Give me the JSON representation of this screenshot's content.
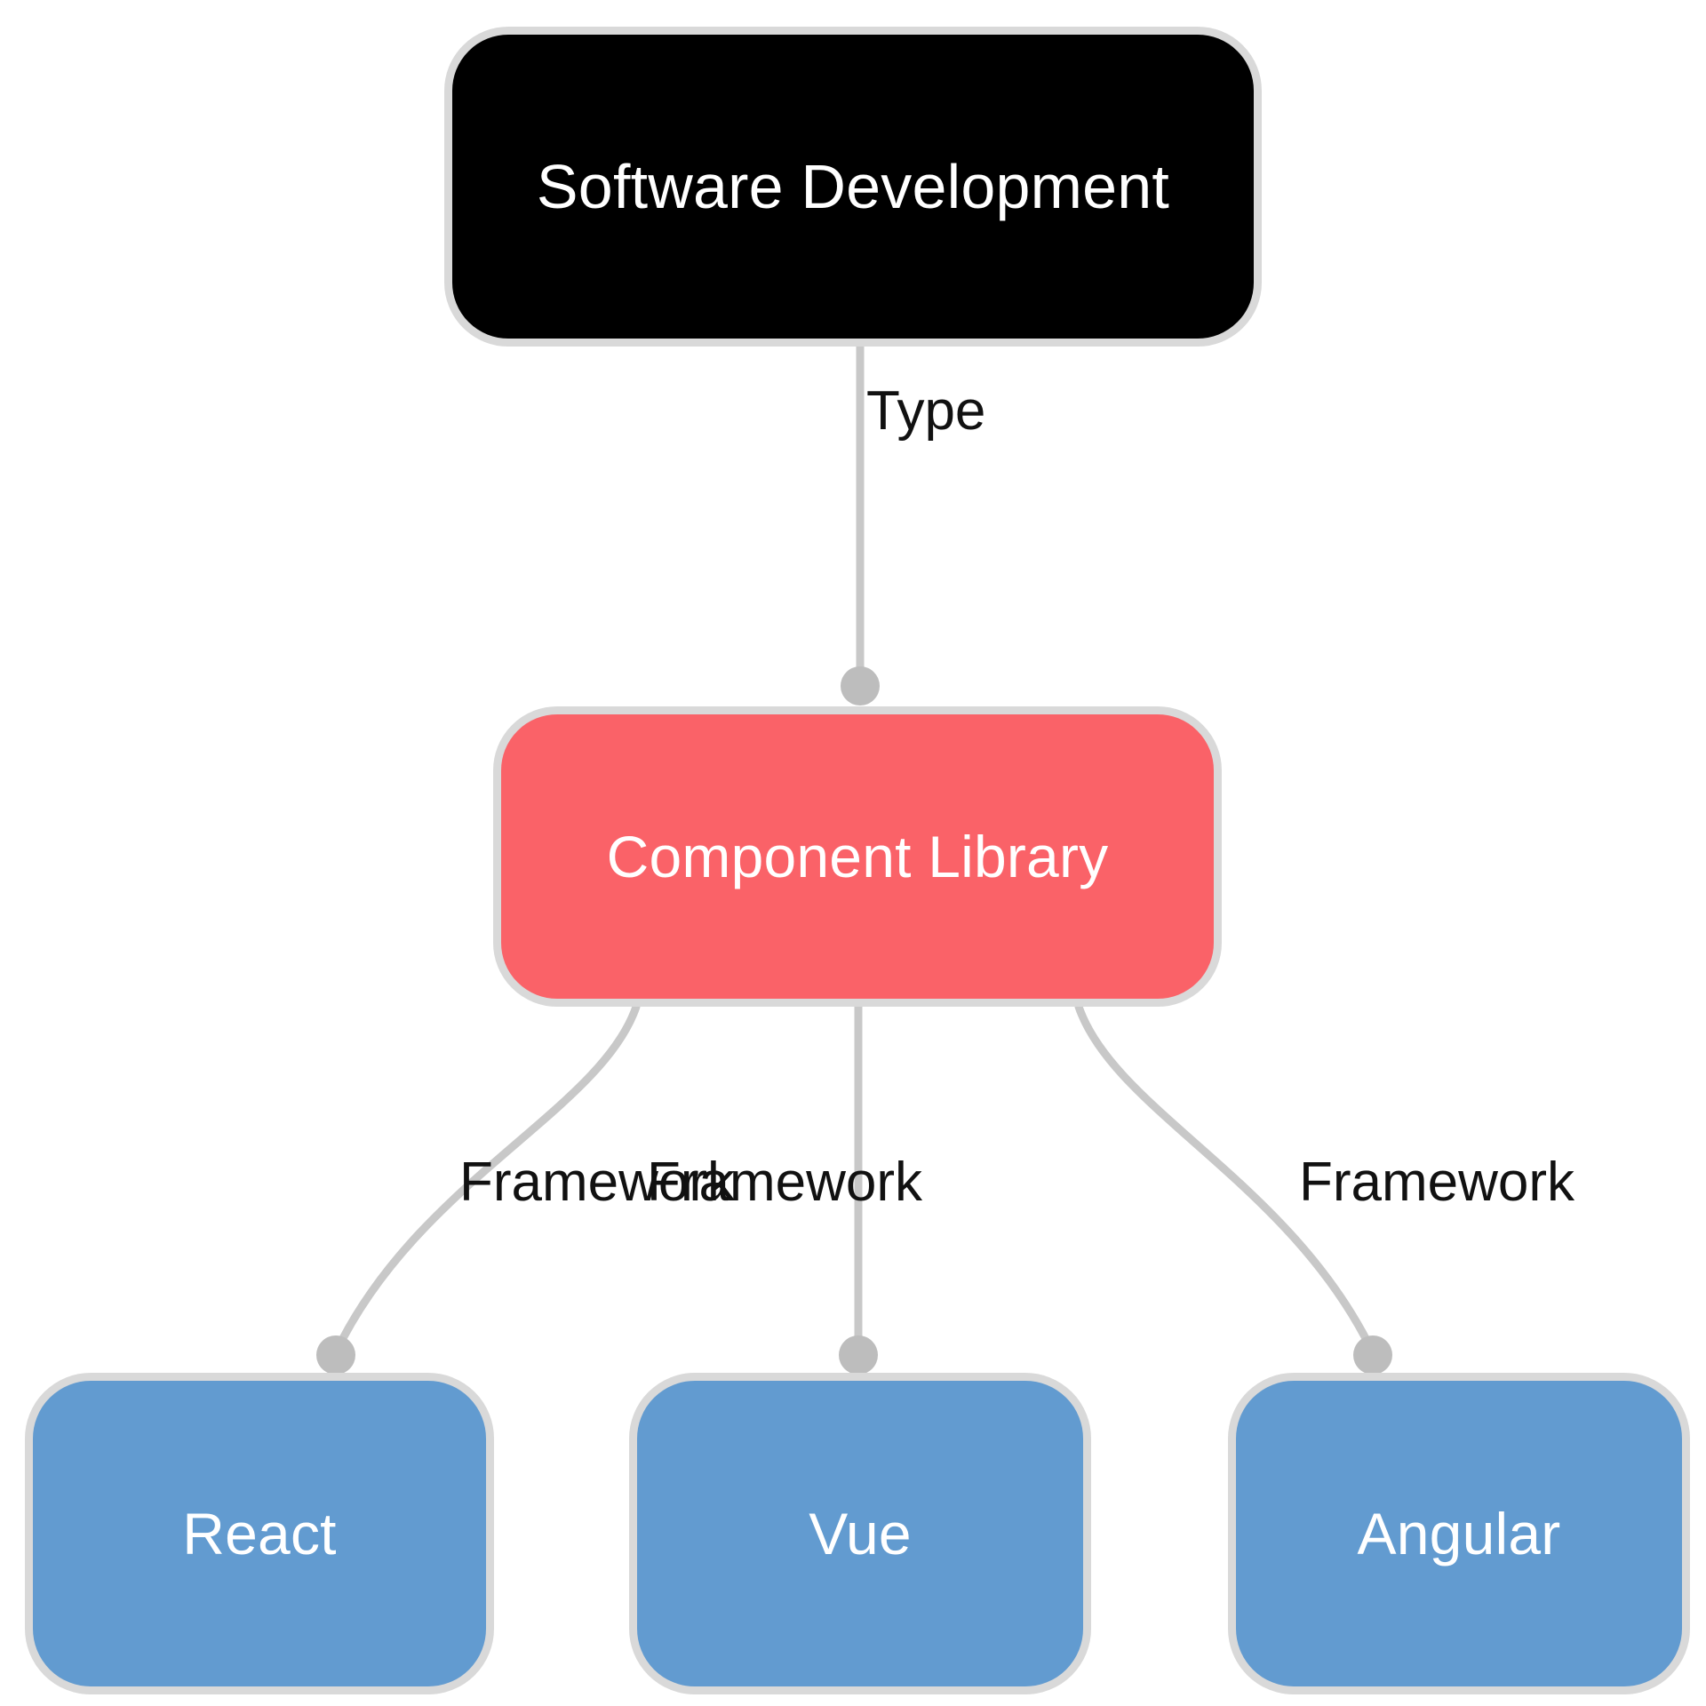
{
  "diagram": {
    "type": "tree",
    "background_color": "#ffffff",
    "edge_color": "#c8c8c8",
    "edge_endpoint_color": "#bdbdbd",
    "node_border_color": "#d9d9d9",
    "nodes": [
      {
        "id": "root",
        "label": "Software Development",
        "fill": "#000000",
        "text_color": "#ffffff",
        "level": 0
      },
      {
        "id": "component-library",
        "label": "Component Library",
        "fill": "#fa6268",
        "text_color": "#ffffff",
        "level": 1
      },
      {
        "id": "react",
        "label": "React",
        "fill": "#629bd0",
        "text_color": "#ffffff",
        "level": 2
      },
      {
        "id": "vue",
        "label": "Vue",
        "fill": "#629bd0",
        "text_color": "#ffffff",
        "level": 2
      },
      {
        "id": "angular",
        "label": "Angular",
        "fill": "#629bd0",
        "text_color": "#ffffff",
        "level": 2
      }
    ],
    "edges": [
      {
        "from": "root",
        "to": "component-library",
        "label": "Type"
      },
      {
        "from": "component-library",
        "to": "react",
        "label": "Framework"
      },
      {
        "from": "component-library",
        "to": "vue",
        "label": "Framework"
      },
      {
        "from": "component-library",
        "to": "angular",
        "label": "Framework"
      }
    ]
  }
}
